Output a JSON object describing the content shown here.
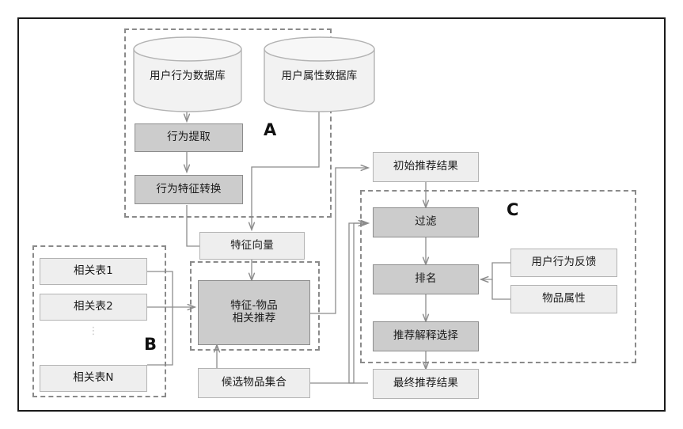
{
  "diagram": {
    "title": "Recommendation system architecture flowchart",
    "colors": {
      "node_light_fill": "#eeeeee",
      "node_dark_fill": "#cccccc",
      "node_light_stroke": "#b3b3b3",
      "node_dark_stroke": "#8c8c8c",
      "group_stroke": "#8a8a8a",
      "arrow_stroke": "#8c8c8c",
      "frame_stroke": "#1a1a1a",
      "text": "#1a1a1a"
    },
    "groups": [
      {
        "id": "A",
        "label": "A"
      },
      {
        "id": "B",
        "label": "B"
      },
      {
        "id": "C",
        "label": "C"
      }
    ],
    "datastores": [
      {
        "id": "user-behavior-db",
        "label": "用户行为数据库"
      },
      {
        "id": "user-attribute-db",
        "label": "用户属性数据库"
      }
    ],
    "nodes": [
      {
        "id": "behavior-extraction",
        "label": "行为提取",
        "style": "dark"
      },
      {
        "id": "behavior-feature-transform",
        "label": "行为特征转换",
        "style": "dark"
      },
      {
        "id": "feature-vector",
        "label": "特征向量",
        "style": "light"
      },
      {
        "id": "relation-table-1",
        "label": "相关表1",
        "style": "light"
      },
      {
        "id": "relation-table-2",
        "label": "相关表2",
        "style": "light"
      },
      {
        "id": "relation-table-n",
        "label": "相关表N",
        "style": "light"
      },
      {
        "id": "feature-item-recommendation",
        "label": "特征-物品\n相关推荐",
        "style": "dark"
      },
      {
        "id": "candidate-item-set",
        "label": "候选物品集合",
        "style": "light"
      },
      {
        "id": "initial-recommendation-result",
        "label": "初始推荐结果",
        "style": "light"
      },
      {
        "id": "filter",
        "label": "过滤",
        "style": "dark"
      },
      {
        "id": "ranking",
        "label": "排名",
        "style": "dark"
      },
      {
        "id": "recommendation-explanation-selection",
        "label": "推荐解释选择",
        "style": "dark"
      },
      {
        "id": "final-recommendation-result",
        "label": "最终推荐结果",
        "style": "light"
      },
      {
        "id": "user-behavior-feedback",
        "label": "用户行为反馈",
        "style": "light"
      },
      {
        "id": "item-attribute",
        "label": "物品属性",
        "style": "light"
      }
    ],
    "ellipsis": "⋮"
  }
}
